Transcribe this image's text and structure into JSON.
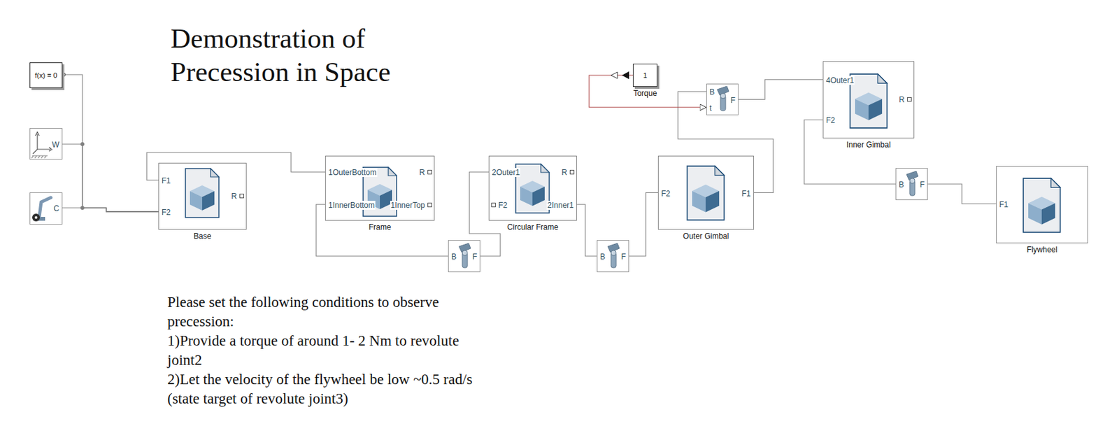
{
  "diagram": {
    "title": "Demonstration of Precession in Space",
    "nodes": [
      {
        "text": [
          "f(x) = 0"
        ]
      },
      {
        "text": [
          "W"
        ]
      },
      {
        "text": [
          "C"
        ]
      },
      {
        "text": [
          "F1",
          "F2",
          "R",
          "Base"
        ]
      },
      {
        "text": [
          "1OuterBottom",
          "1InnerBottom",
          "R",
          "1InnerTop",
          "Frame"
        ]
      },
      {
        "text": [
          "B",
          "F"
        ]
      },
      {
        "text": [
          "2Outer1",
          "F2",
          "R",
          "2Inner1",
          "Circular Frame"
        ]
      },
      {
        "text": [
          "B",
          "F"
        ]
      },
      {
        "text": [
          "F2",
          "F1",
          "Outer Gimbal"
        ]
      },
      {
        "text": [
          "1",
          "Torque"
        ]
      },
      {
        "text": [
          "B",
          "t",
          "F"
        ]
      },
      {
        "text": [
          "4Outer1",
          "F2",
          "R",
          "Inner Gimbal"
        ]
      },
      {
        "text": [
          "B",
          "F"
        ]
      },
      {
        "text": [
          "F1",
          "Flywheel"
        ]
      }
    ],
    "edges": [
      {
        "from": 0,
        "to": 3,
        "arrow": "none"
      },
      {
        "from": 1,
        "to": 3,
        "arrow": "none"
      },
      {
        "from": 2,
        "to": 3,
        "arrow": "none"
      },
      {
        "from": 3,
        "to": 4,
        "arrow": "none"
      },
      {
        "from": 4,
        "to": 5,
        "arrow": "none"
      },
      {
        "from": 5,
        "to": 6,
        "arrow": "none"
      },
      {
        "from": 6,
        "to": 7,
        "arrow": "none"
      },
      {
        "from": 7,
        "to": 8,
        "arrow": "none"
      },
      {
        "from": 8,
        "to": 10,
        "arrow": "none"
      },
      {
        "from": 9,
        "to": 10,
        "arrow": "to"
      },
      {
        "from": 10,
        "to": 11,
        "arrow": "none"
      },
      {
        "from": 11,
        "to": 12,
        "arrow": "none"
      },
      {
        "from": 12,
        "to": 13,
        "arrow": "none"
      }
    ],
    "labels": [
      "Please set the following conditions to observe precession:",
      "1)Provide a torque of around 1- 2 Nm to revolute joint2",
      "2)Let the velocity of the flywheel be low ~0.5 rad/s (state target of revolute joint3)"
    ]
  }
}
